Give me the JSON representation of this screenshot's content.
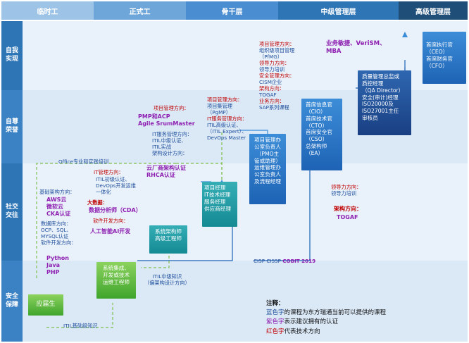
{
  "header": {
    "col1": "临时工",
    "col2": "正式工",
    "col3": "骨干层",
    "col4": "中级管理层",
    "col5": "高级管理层"
  },
  "rows": {
    "r1": "自我\n实现",
    "r2": "自尊\n荣誉",
    "r3": "社交\n交往",
    "r4": "安全\n保障"
  },
  "boxes": {
    "graduate": "应届生",
    "integration": [
      "系统集成、",
      "开发或技术",
      "运维工程师"
    ],
    "architect": [
      "系统架构师",
      "高级工程师"
    ],
    "pm": [
      "项目经理",
      "IT技术经理",
      "服务经理",
      "供应商经理"
    ],
    "pmo": [
      "项目管理办",
      "公室负责人",
      "（PMO主",
      "管或助理）",
      "运维管理办",
      "公室负责人",
      "及流程经理"
    ],
    "cio": [
      "首席信息官",
      "（CIO）",
      "首席技术官",
      "（CTO）",
      "首席安全官",
      "（CSO）",
      "总架构师",
      "（EA）"
    ],
    "qa": [
      "质量管理总监或",
      "质控经理",
      "（QA Director）",
      "安全(审计)经理",
      "ISO20000及",
      "ISO27001主任",
      "审核员"
    ],
    "ceo": [
      "首席执行官",
      "（CEO）",
      "首席财务官",
      "（CFO）"
    ]
  },
  "texts": {
    "itil_basic": "ITIL基础级知识",
    "itil_mid": [
      "ITIL中级知识",
      "（偏架构设计方向）"
    ],
    "office": "Office专业和实践培训",
    "cisp": "CISP CISSP",
    "cobit": "COBIT 2019",
    "col1": {
      "t1": "基础架构方向：",
      "t2": [
        "AWS云",
        "微软云",
        "CKA认证"
      ],
      "t3": [
        "数据库方向：",
        "OCP、SQL、",
        "MYSQL认证",
        "软件开发方向："
      ],
      "t4": [
        "Python",
        "Java",
        "PHP"
      ]
    },
    "col2": {
      "t1": "IT管理方向：",
      "t2": [
        "ITIL初级认证、",
        "DevOps开发运维",
        "一体化"
      ],
      "t3": "大数据：",
      "t4": "数据分析师（CDA）",
      "t5": "软件开发方向：",
      "t6": "人工智能AI开发"
    },
    "col2b": {
      "t1": "项目管理方向：",
      "t2": [
        "PMP和ACP",
        "Agile SrumMaster"
      ],
      "t3": [
        "IT服务管理方向：",
        "ITIL中级认证、",
        "ITIL实战",
        "架构设计方向："
      ],
      "t4": [
        "云厂商架构认证",
        "RHCA认证"
      ]
    },
    "col3": {
      "t1": [
        "项目管理方向：",
        "项目集管理",
        "（PgMP）",
        "IT服务管理方向：",
        "ITIL高级认证、",
        "（ITIL Expert）、",
        "DevOps Master"
      ]
    },
    "col4": {
      "t1": [
        "项目管理方向：",
        "组织级项目管理",
        "（PfMG）",
        "领导力方向：",
        "领导力培训",
        "安全管理方向：",
        "CISM企业",
        "架构方向：",
        "TOGAF",
        "业务方向：",
        "SAP系列课程"
      ],
      "t2": [
        "业务敏捷、VeriSM、",
        "MBA"
      ],
      "t3": [
        "领导力方向：",
        "领导力培训"
      ],
      "t4": "架构方向：",
      "t5": "TOGAF"
    },
    "legend": {
      "title": "注释：",
      "l1_color": "蓝色字",
      "l1_rest": "的课程为东方瑞通当前可以提供的课程",
      "l2_color": "紫色字",
      "l2_rest": "表示建议拥有的认证",
      "l3_color": "红色字",
      "l3_rest": "代表技术方向"
    }
  },
  "colors": {
    "header": "#2e75b6",
    "header_dark": "#1f4e79",
    "band_light": "#e8f1fb",
    "band_alt": "#d6e6f6",
    "green": "#3fa52c",
    "teal": "#148a93",
    "blue": "#1e63b5",
    "navy": "#1a3f83",
    "purple_text": "#8e1fb0",
    "red_text": "#c00000",
    "blue_text": "#1f4e9a"
  }
}
